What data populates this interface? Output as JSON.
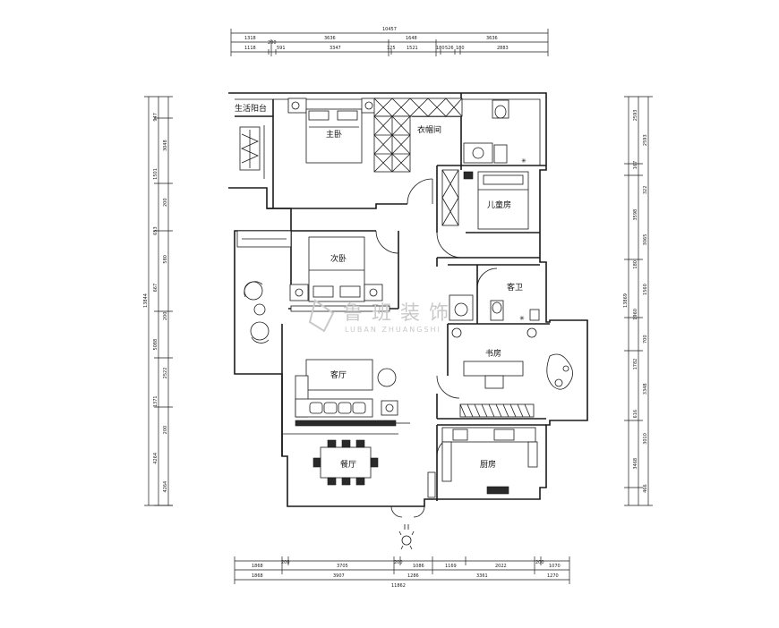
{
  "rooms": {
    "balcony": "生活阳台",
    "master": "主卧",
    "closet": "衣帽间",
    "kids": "儿童房",
    "second": "次卧",
    "guest_bath": "客卫",
    "living": "客厅",
    "study": "书房",
    "dining": "餐厅",
    "kitchen": "厨房"
  },
  "watermark": {
    "brand": "鲁班装饰",
    "pinyin": "LUBAN ZHUANGSHI"
  },
  "dims": {
    "top_total": "10457",
    "top_row1": [
      "1318",
      "3636",
      "1648",
      "3636"
    ],
    "top_row2": [
      "1118",
      "200",
      "591",
      "3347",
      "125",
      "1521",
      "180",
      "526",
      "180",
      "2883"
    ],
    "bottom_row1": [
      "1868",
      "200",
      "3705",
      "200",
      "1086",
      "1169",
      "2022",
      "200",
      "1070"
    ],
    "bottom_row2": [
      "1868",
      "3907",
      "1286",
      "3361",
      "1270"
    ],
    "bottom_total": "11862",
    "left_total": "13844",
    "left_segments": [
      "947",
      "3048",
      "1501",
      "200",
      "653",
      "580",
      "667",
      "200",
      "5088",
      "2522",
      "1371",
      "200",
      "4264",
      "4264"
    ],
    "right_total": "13869",
    "right_segments": [
      "2593",
      "2593",
      "167",
      "322",
      "3598",
      "3065",
      "180",
      "1560",
      "1960",
      "700",
      "1782",
      "3348",
      "616",
      "3010",
      "3468",
      "466"
    ]
  }
}
